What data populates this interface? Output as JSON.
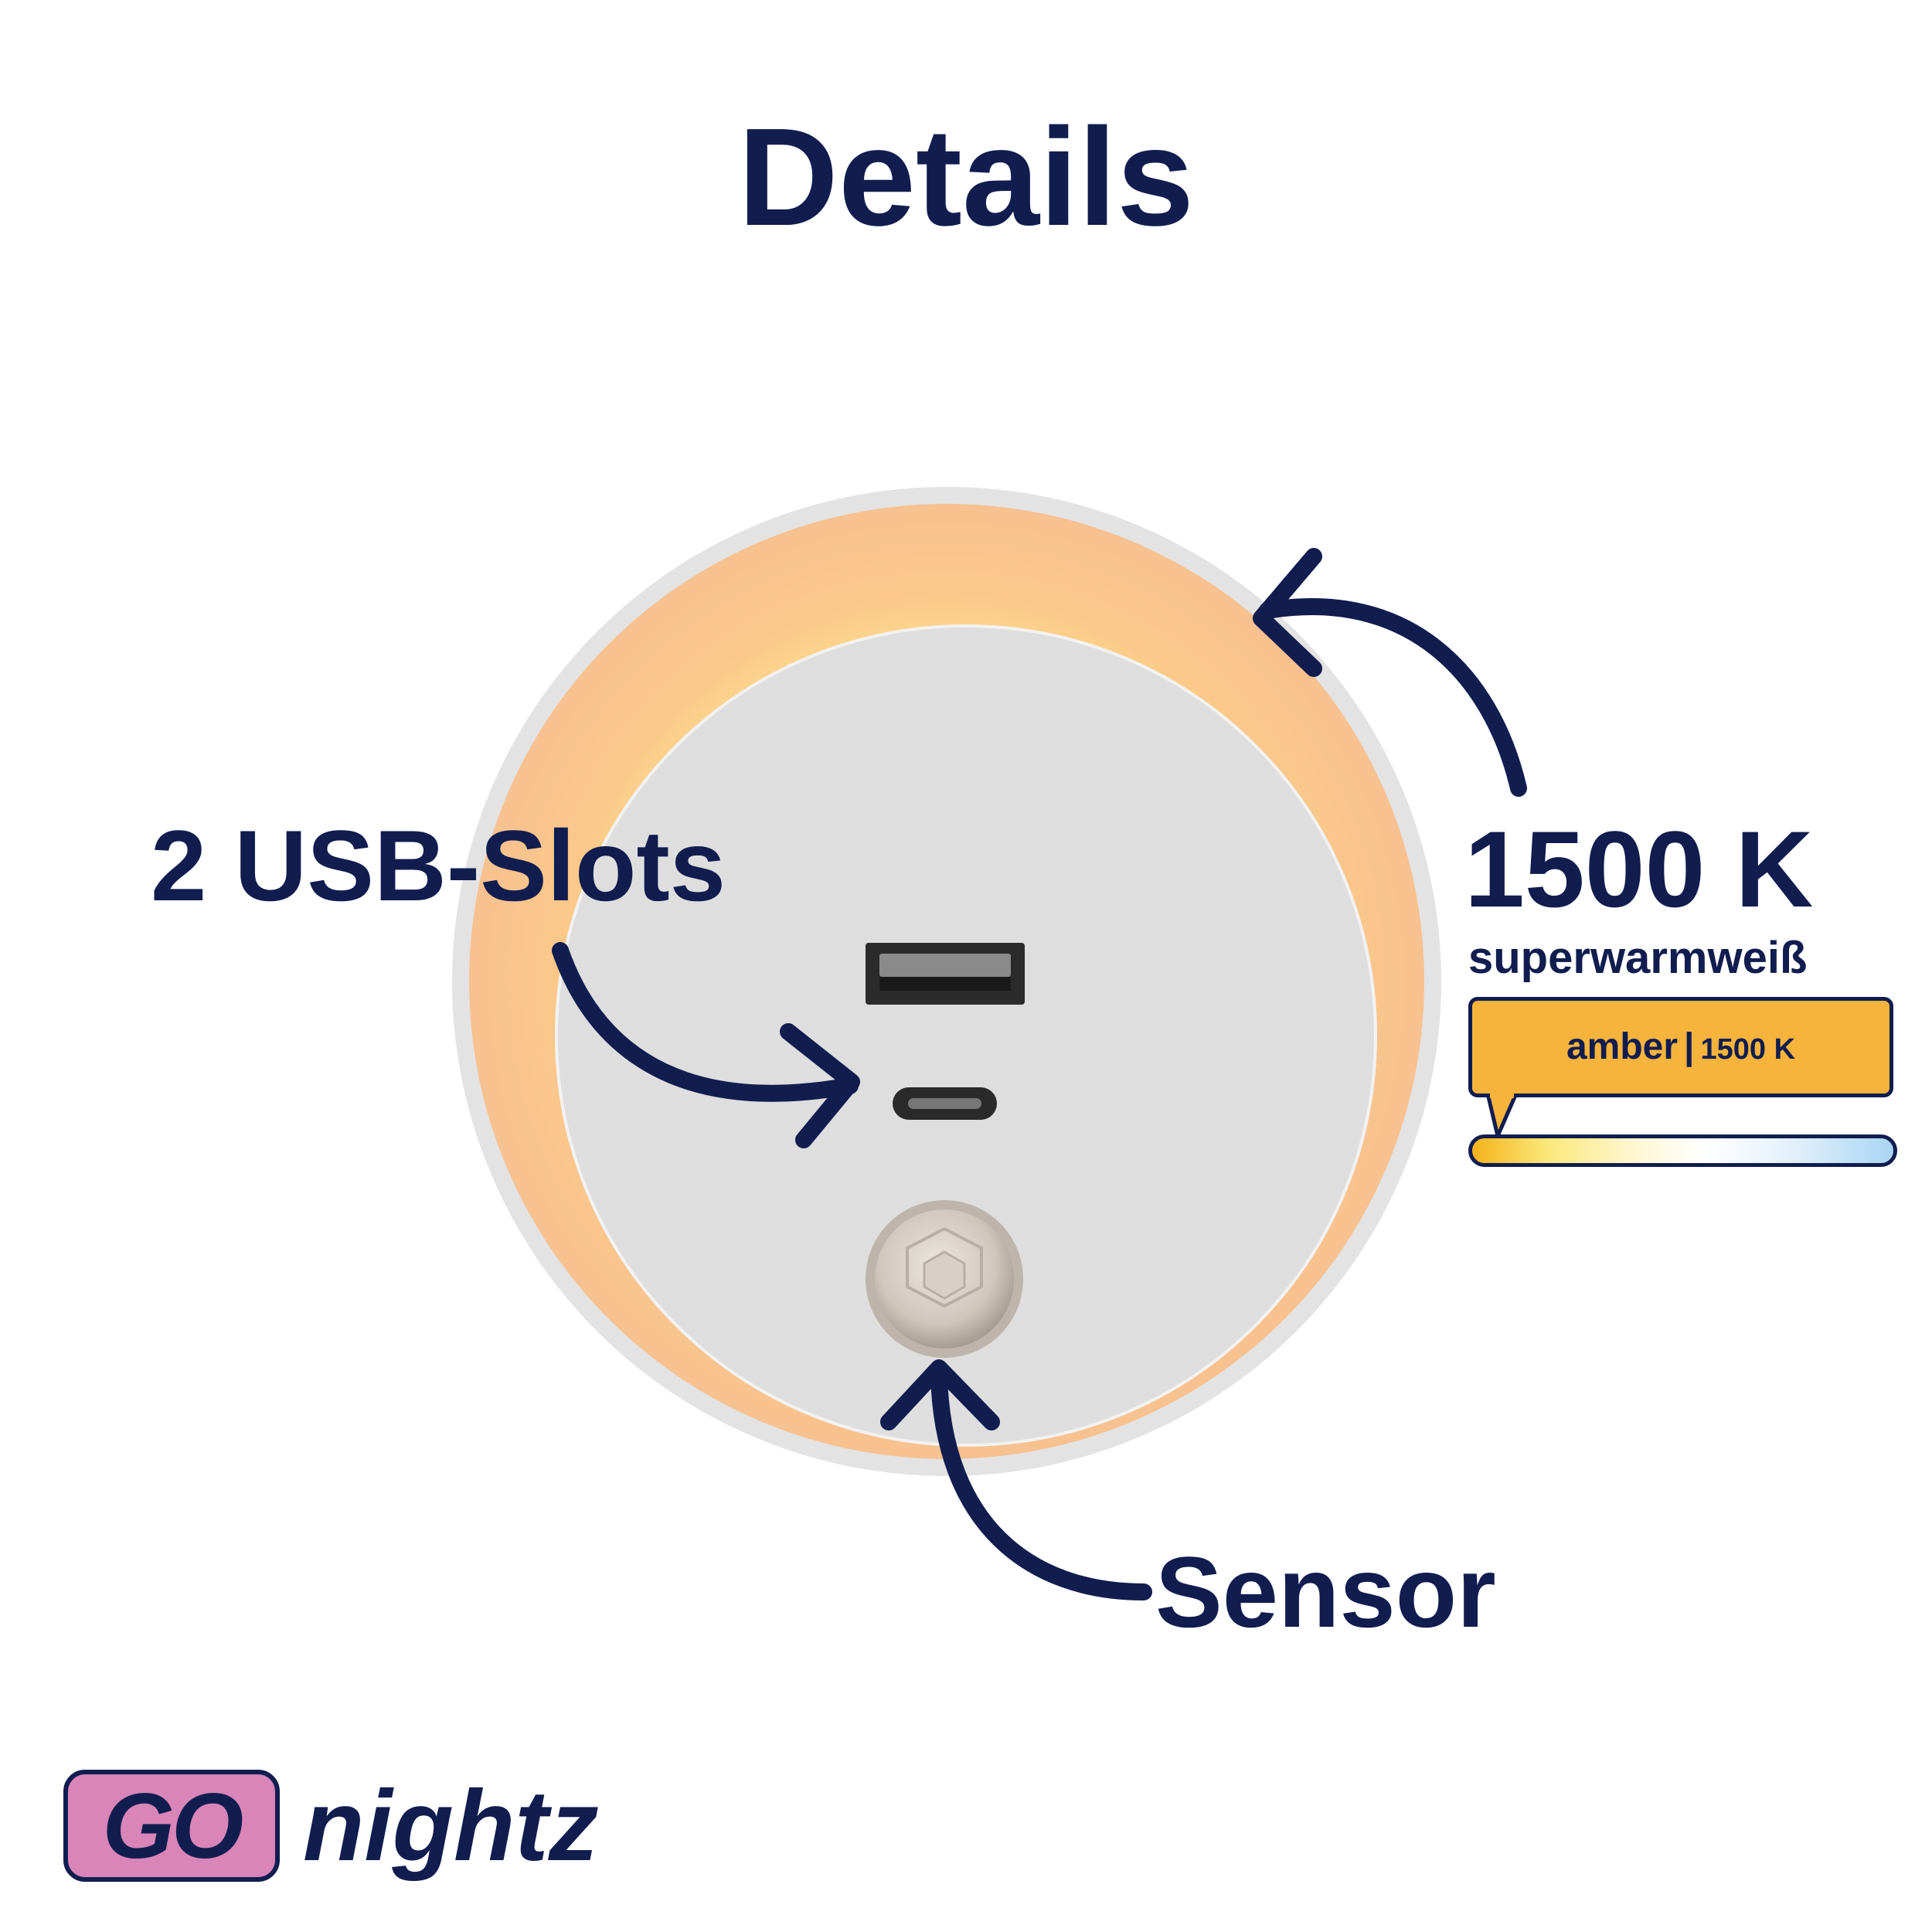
{
  "title": "Details",
  "callouts": {
    "usb": "2 USB-Slots",
    "sensor": "Sensor",
    "kelvin": "1500 K",
    "kelvin_sub": "superwarmweiß"
  },
  "color_tag": {
    "name": "amber",
    "separator": "|",
    "value": "1500 K"
  },
  "logo": {
    "badge": "GO",
    "word": "nightz"
  },
  "colors": {
    "navy": "#111d4f",
    "amber": "#f6b43c",
    "logo_pink": "#d985b9",
    "plate": "#dcdcdc"
  }
}
